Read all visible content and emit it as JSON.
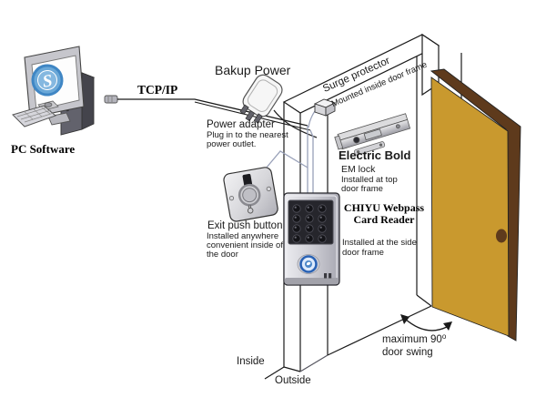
{
  "diagram": {
    "labels": {
      "pc_software": "PC Software",
      "pc_logo_letter": "S",
      "tcp_ip": "TCP/IP",
      "backup_power": "Bakup Power",
      "power_adapter_title": "Power adapter",
      "power_adapter_line1": "Plug in to the nearest",
      "power_adapter_line2": "power outlet.",
      "exit_button_title": "Exit push button",
      "exit_button_line1": "Installed anywhere",
      "exit_button_line2": "convenient inside of",
      "exit_button_line3": "the door",
      "surge_protector_title": "Surge protector",
      "surge_protector_sub": "Mounted inside door frame",
      "electric_bolt_title": "Electric Bold",
      "electric_bolt_sub": "EM lock",
      "electric_bolt_line1": "Installed at top",
      "electric_bolt_line2": "door frame",
      "card_reader_title_line1": "CHIYU Webpass",
      "card_reader_title_line2": "Card Reader",
      "card_reader_line1": "Installed at the side",
      "card_reader_line2": "door frame",
      "inside": "Inside",
      "outside": "Outside",
      "door_swing_line1": "maximum 90",
      "door_swing_sup": "o",
      "door_swing_line2": "door swing"
    },
    "colors": {
      "door_face": "#c9992e",
      "door_edge": "#5e3a1c",
      "logo_blue": "#6aa8d8",
      "logo_ring": "#3f86c4",
      "cable": "#98a0b8",
      "line": "#1a1a1a"
    }
  }
}
